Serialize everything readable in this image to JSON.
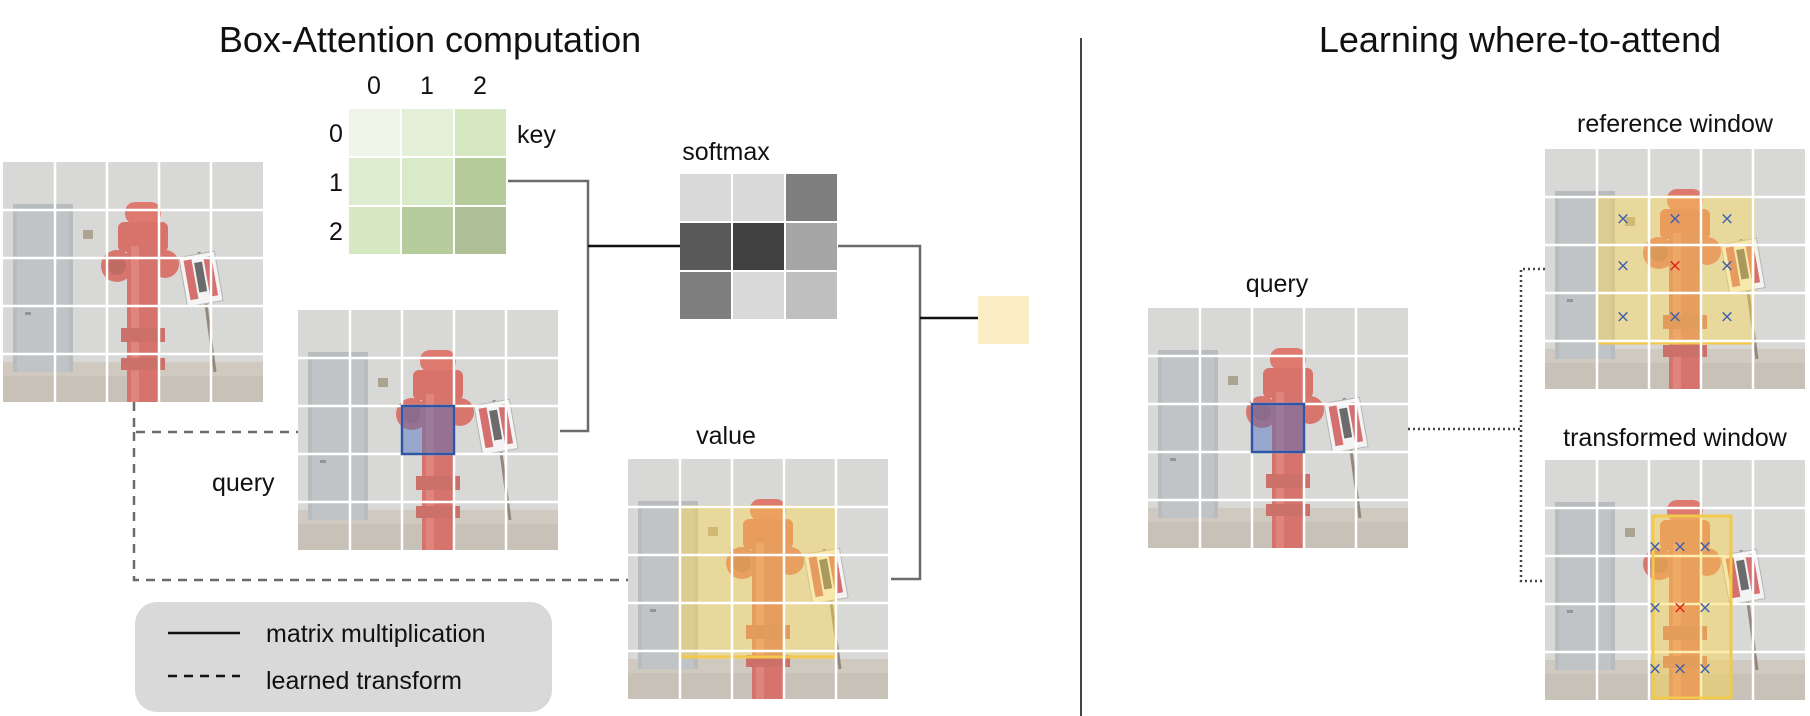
{
  "left_panel": {
    "title": "Box-Attention computation",
    "key": {
      "label": "key",
      "col_headers": [
        "0",
        "1",
        "2"
      ],
      "row_headers": [
        "0",
        "1",
        "2"
      ],
      "cell_colors": [
        [
          "#eef5e6",
          "#e3efd6",
          "#d6e8c2"
        ],
        [
          "#deedcf",
          "#d9eac8",
          "#b6cc9a"
        ],
        [
          "#d6e8c2",
          "#b7cc9c",
          "#aebf96"
        ]
      ]
    },
    "softmax": {
      "label": "softmax",
      "cell_colors": [
        [
          "#d9d9d9",
          "#d9d9d9",
          "#7f7f7f"
        ],
        [
          "#595959",
          "#404040",
          "#a6a6a6"
        ],
        [
          "#7f7f7f",
          "#d9d9d9",
          "#bfbfbf"
        ]
      ]
    },
    "query_label": "query",
    "value_label": "value",
    "output_color": "#fbeec6",
    "legend": {
      "solid_label": "matrix multiplication",
      "dashed_label": "learned transform"
    }
  },
  "right_panel": {
    "title": "Learning where-to-attend",
    "query_label": "query",
    "reference_label": "reference window",
    "transformed_label": "transformed window",
    "marker_color": "#3a5fb0",
    "center_marker_color": "#e02020"
  },
  "colors": {
    "window_fill": "#ffd84a",
    "query_box": "#2f55a4",
    "line": "#6b6b6b"
  }
}
